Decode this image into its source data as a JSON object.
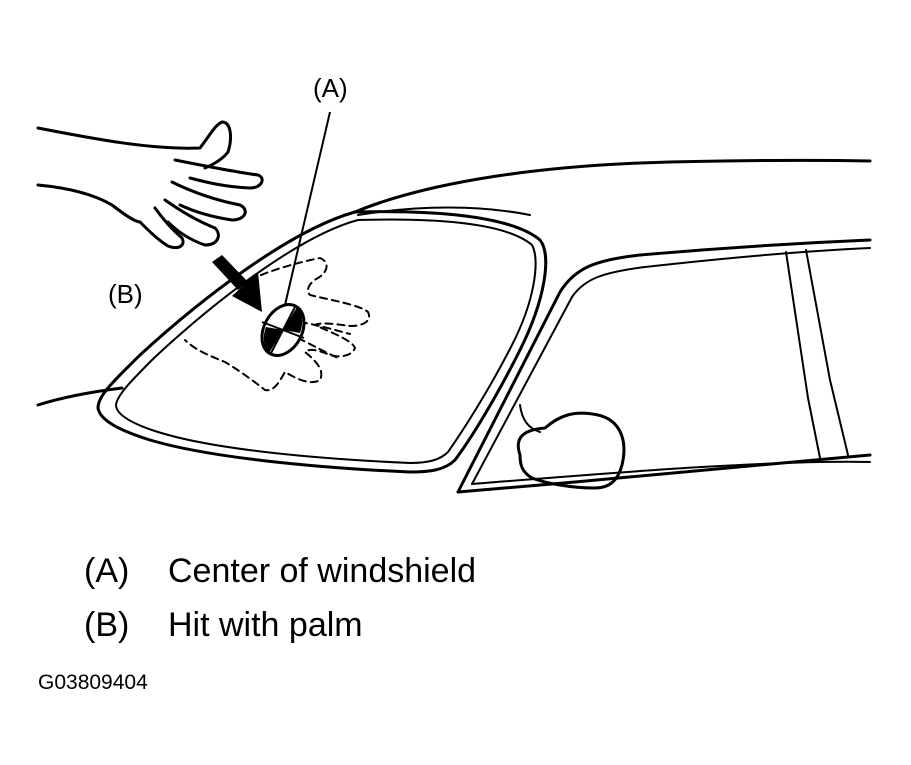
{
  "diagram": {
    "callouts": {
      "a": "(A)",
      "b": "(B)"
    },
    "legend": [
      {
        "key": "(A)",
        "text": "Center of windshield"
      },
      {
        "key": "(B)",
        "text": "Hit with palm"
      }
    ],
    "figure_code": "G03809404"
  }
}
